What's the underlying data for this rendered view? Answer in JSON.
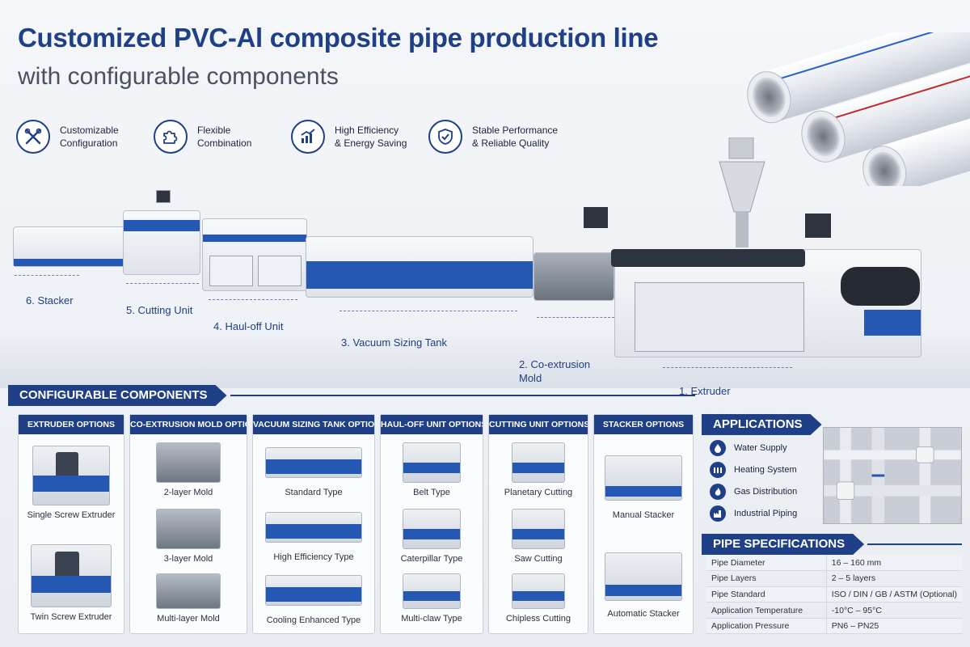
{
  "header": {
    "title": "Customized PVC-Al composite pipe production line",
    "subtitle": "with configurable components"
  },
  "features": [
    {
      "icon": "wrench-cross-icon",
      "label": "Customizable\nConfiguration"
    },
    {
      "icon": "puzzle-icon",
      "label": "Flexible\nCombination"
    },
    {
      "icon": "growth-chart-icon",
      "label": "High Efficiency\n& Energy Saving"
    },
    {
      "icon": "shield-check-icon",
      "label": "Stable Performance\n& Reliable Quality"
    }
  ],
  "stages": [
    {
      "label": "1. Extruder"
    },
    {
      "label": "2. Co-extrusion\nMold"
    },
    {
      "label": "3. Vacuum Sizing Tank"
    },
    {
      "label": "4. Haul-off Unit"
    },
    {
      "label": "5. Cutting Unit"
    },
    {
      "label": "6. Stacker"
    }
  ],
  "configurable": {
    "heading": "CONFIGURABLE COMPONENTS",
    "columns": [
      {
        "head": "EXTRUDER OPTIONS",
        "items": [
          "Single Screw Extruder",
          "Twin Screw Extruder"
        ]
      },
      {
        "head": "CO-EXTRUSION MOLD OPTIONS",
        "items": [
          "2-layer Mold",
          "3-layer Mold",
          "Multi-layer Mold"
        ]
      },
      {
        "head": "VACUUM SIZING TANK OPTIONS",
        "items": [
          "Standard Type",
          "High Efficiency Type",
          "Cooling Enhanced Type"
        ]
      },
      {
        "head": "HAUL-OFF UNIT OPTIONS",
        "items": [
          "Belt Type",
          "Caterpillar Type",
          "Multi-claw Type"
        ]
      },
      {
        "head": "CUTTING UNIT OPTIONS",
        "items": [
          "Planetary Cutting",
          "Saw Cutting",
          "Chipless Cutting"
        ]
      },
      {
        "head": "STACKER OPTIONS",
        "items": [
          "Manual Stacker",
          "Automatic Stacker"
        ]
      }
    ]
  },
  "applications": {
    "heading": "APPLICATIONS",
    "items": [
      {
        "icon": "water-drop-icon",
        "label": "Water Supply"
      },
      {
        "icon": "radiator-icon",
        "label": "Heating System"
      },
      {
        "icon": "flame-icon",
        "label": "Gas Distribution"
      },
      {
        "icon": "factory-icon",
        "label": "Industrial Piping"
      }
    ]
  },
  "specs": {
    "heading": "PIPE SPECIFICATIONS",
    "rows": [
      {
        "name": "Pipe Diameter",
        "value": "16 – 160 mm"
      },
      {
        "name": "Pipe Layers",
        "value": "2 – 5 layers"
      },
      {
        "name": "Pipe Standard",
        "value": "ISO / DIN / GB / ASTM (Optional)"
      },
      {
        "name": "Application Temperature",
        "value": "-10°C – 95°C"
      },
      {
        "name": "Application Pressure",
        "value": "PN6 – PN25"
      }
    ]
  },
  "colors": {
    "brand": "#1f3f86",
    "accent": "#2458b2",
    "pipe_stripe_blue": "#2a5fd0",
    "pipe_stripe_red": "#c0282d"
  }
}
